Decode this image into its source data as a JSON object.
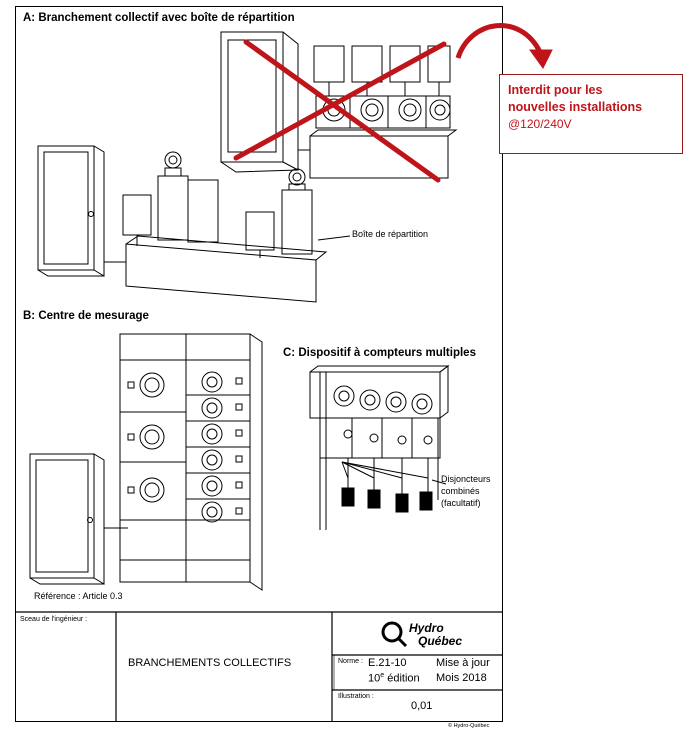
{
  "section_a": {
    "title": "A: Branchement collectif avec boîte de répartition",
    "boite_label": "Boîte de répartition"
  },
  "forbidden_note": {
    "line1": "Interdit pour les",
    "line2": "nouvelles installations",
    "line3": "@120/240V",
    "color": "#c0141b"
  },
  "section_b": {
    "title": "B: Centre de mesurage",
    "reference": "Référence :  Article 0.3"
  },
  "section_c": {
    "title": "C: Dispositif à compteurs multiples",
    "disjoncteurs_line1": "Disjoncteurs",
    "disjoncteurs_line2": "combinés",
    "disjoncteurs_line3": "(facultatif)"
  },
  "title_block": {
    "sceau_label": "Sceau de l'ingénieur :",
    "drawing_title": "BRANCHEMENTS COLLECTIFS",
    "logo_line1": "Hydro",
    "logo_line2": "Québec",
    "norme_label": "Norme :",
    "norme_value": "E.21-10",
    "edition_num": "10",
    "edition_sup": "e",
    "edition_word": "édition",
    "mise_a_jour": "Mise à jour",
    "date": "Mois 2018",
    "illustration_label": "Illustration :",
    "illustration_value": "0,01",
    "copyright": "© Hydro-Québec"
  }
}
